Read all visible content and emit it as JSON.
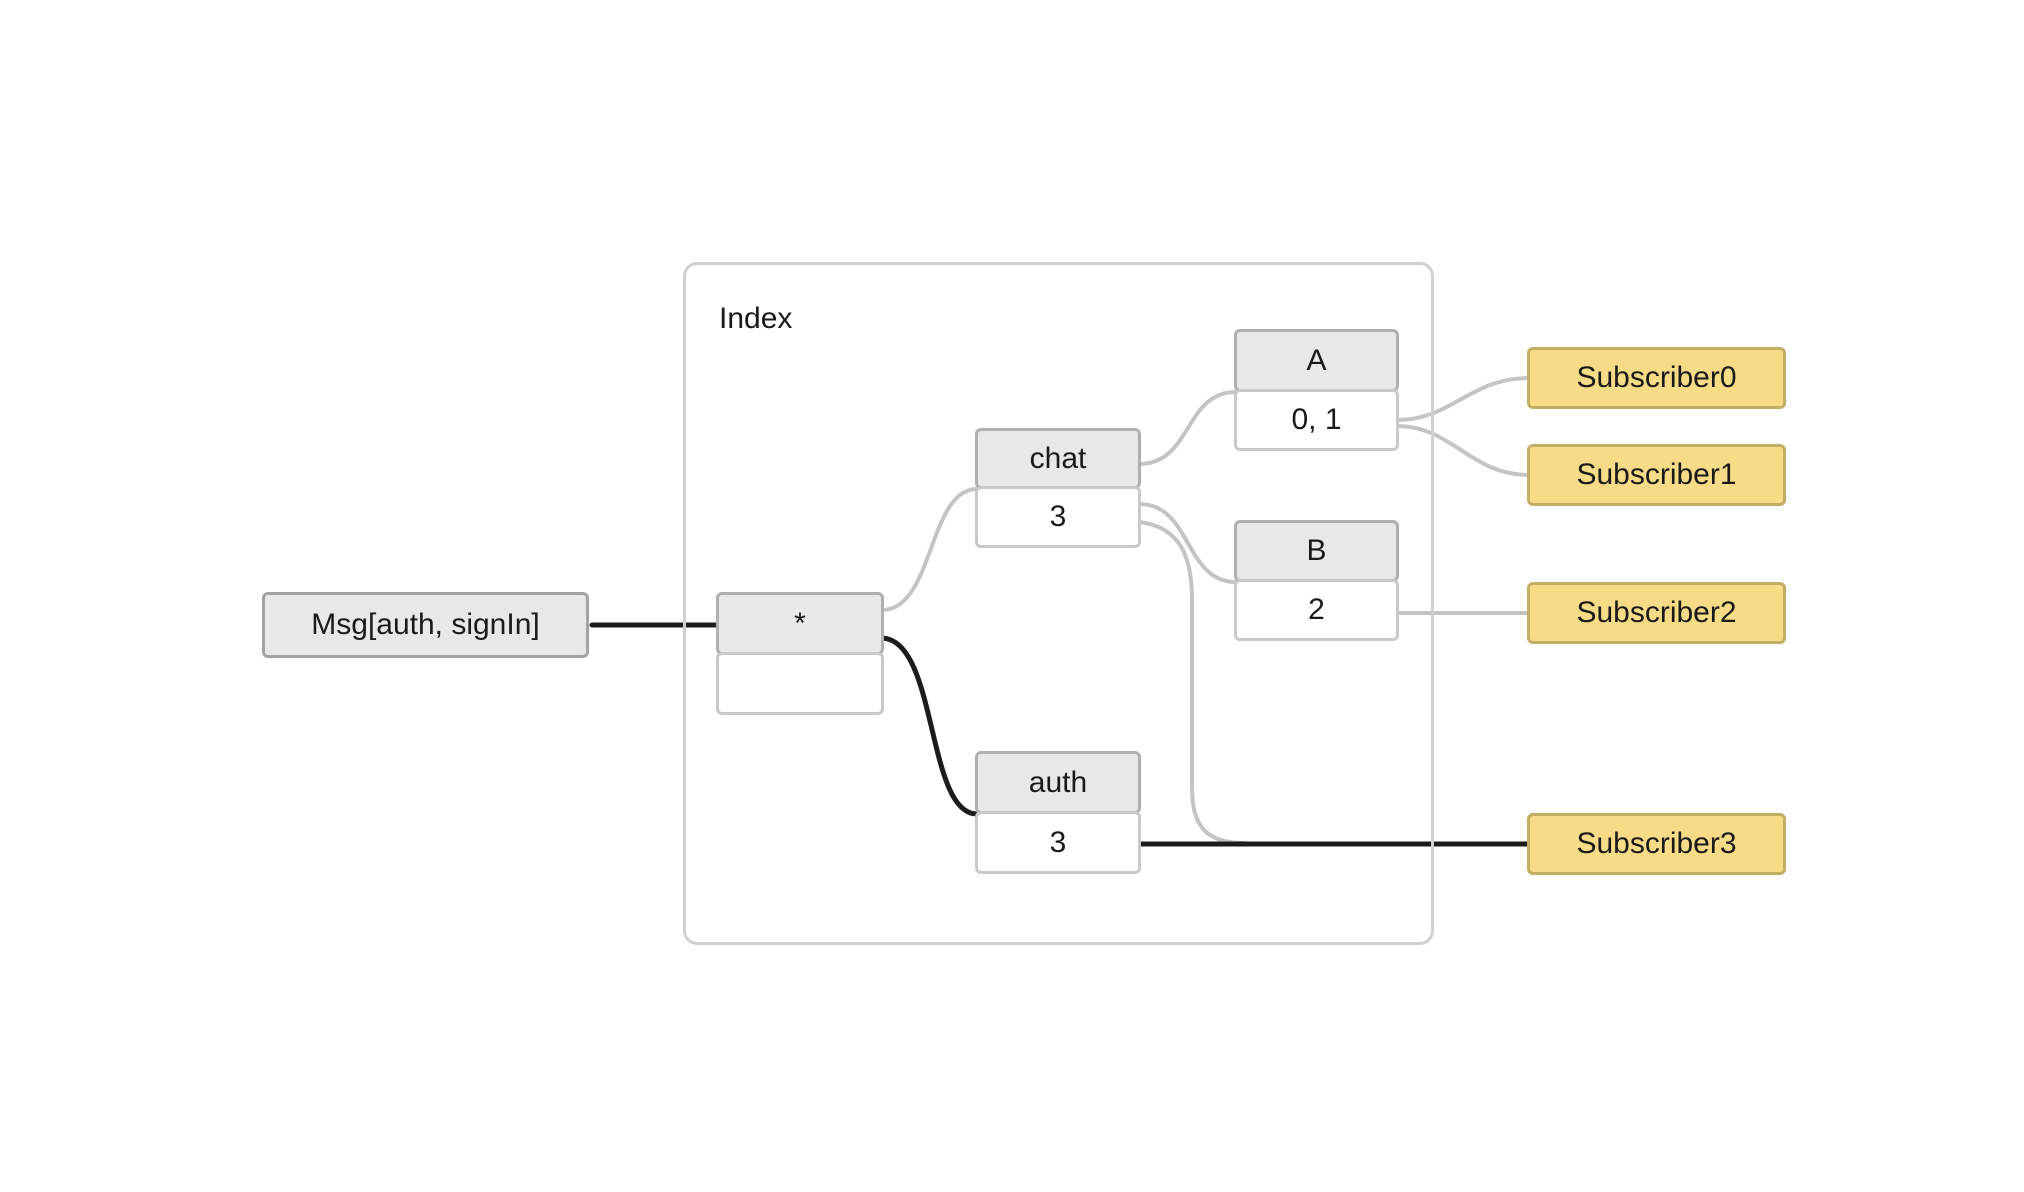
{
  "diagram": {
    "container_label": "Index",
    "message_label": "Msg[auth, signIn]",
    "nodes": {
      "star": {
        "header": "*",
        "value": ""
      },
      "chat": {
        "header": "chat",
        "value": "3"
      },
      "auth": {
        "header": "auth",
        "value": "3"
      },
      "a": {
        "header": "A",
        "value": "0, 1"
      },
      "b": {
        "header": "B",
        "value": "2"
      }
    },
    "subscribers": [
      {
        "label": "Subscriber0"
      },
      {
        "label": "Subscriber1"
      },
      {
        "label": "Subscriber2"
      },
      {
        "label": "Subscriber3"
      }
    ]
  },
  "colors": {
    "subscriber-fill": "#f7db87",
    "subscriber-border": "#c4ae62",
    "node-header-fill": "#e8e8e8",
    "node-header-border": "#b0b0b0",
    "node-body-border": "#c9c9c9",
    "msg-fill": "#e8e8e8",
    "msg-border": "#a3a3a3",
    "container-border": "#d0d0d0",
    "edge-gray": "#c4c4c4",
    "edge-black": "#1c1c1c",
    "text": "#1a1a1a"
  }
}
